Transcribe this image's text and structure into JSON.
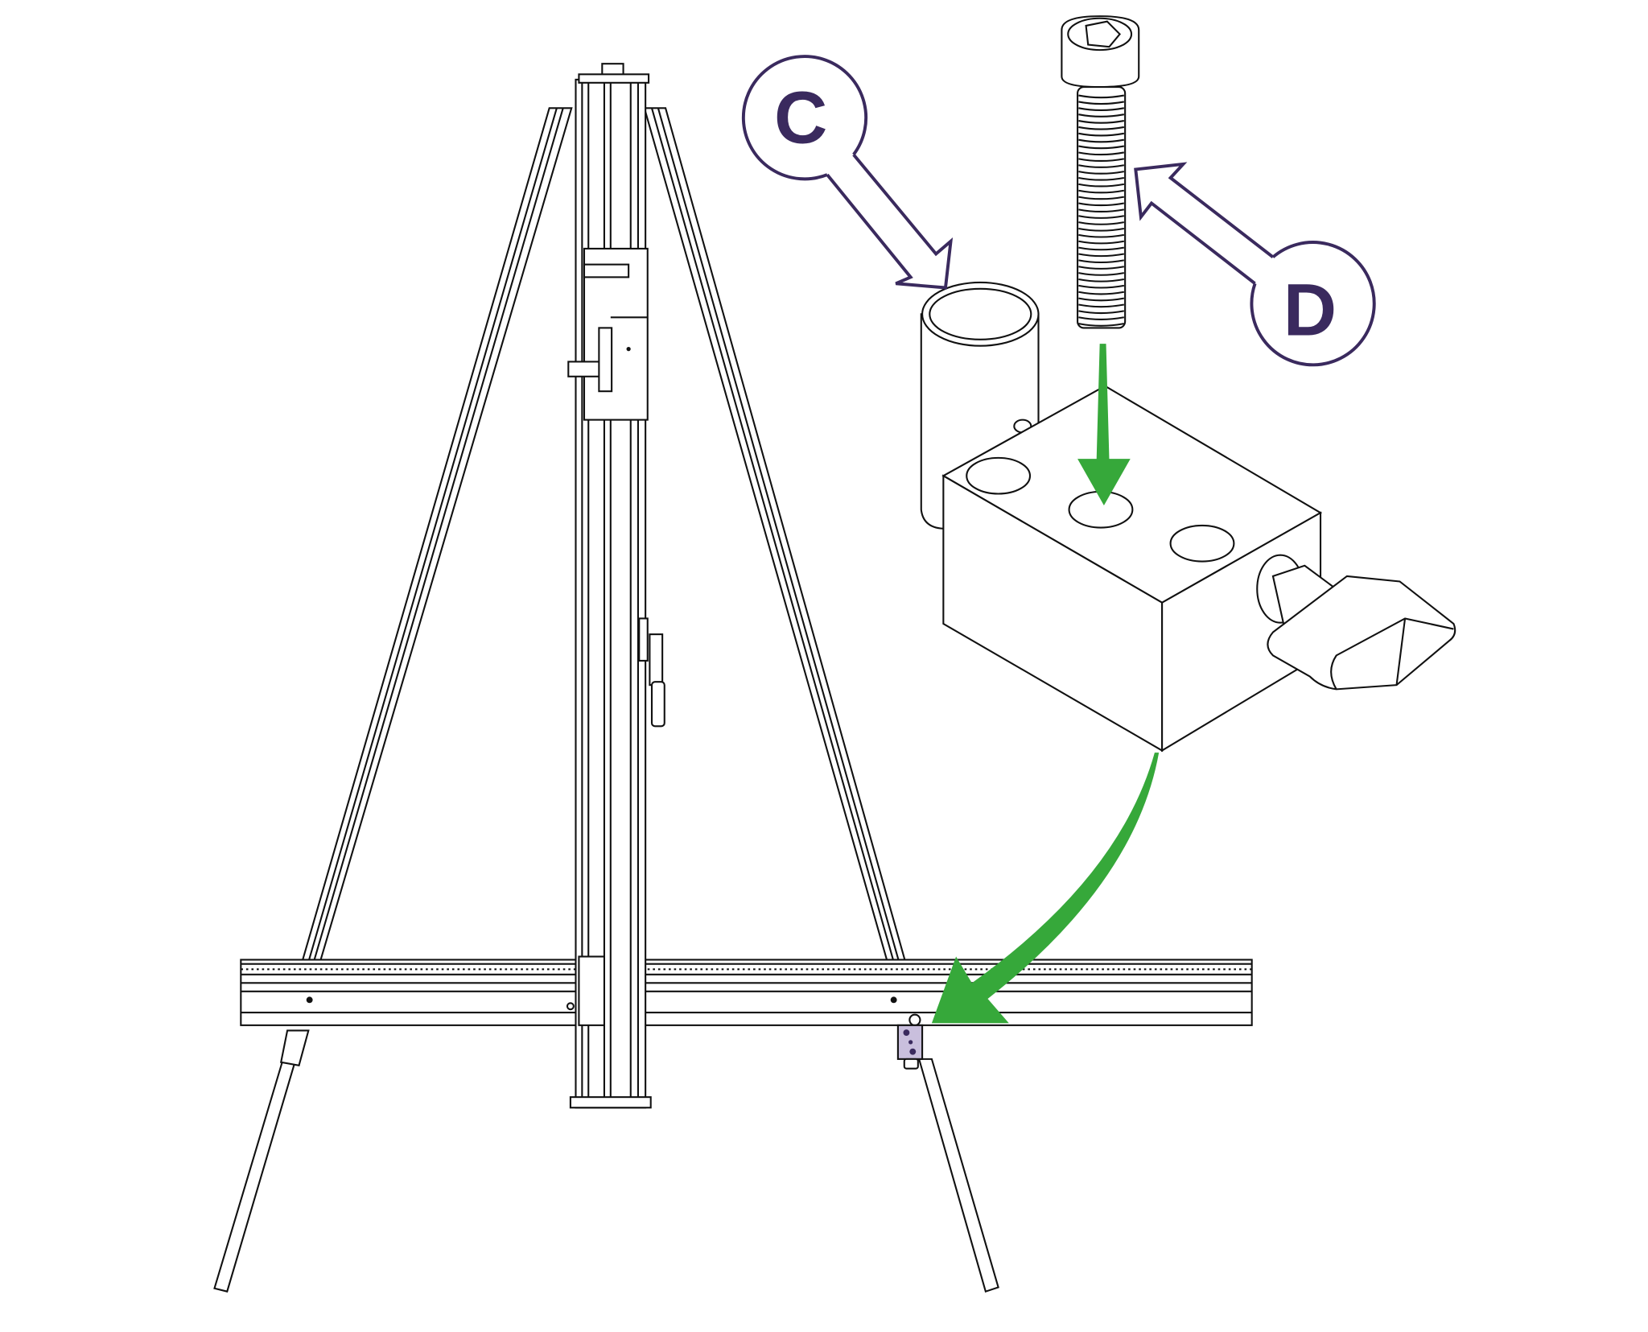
{
  "diagram": {
    "callouts": [
      {
        "label": "C",
        "target": "cylinder-pin"
      },
      {
        "label": "D",
        "target": "cap-screw"
      }
    ],
    "colors": {
      "callout": "#3a2a5e",
      "arrow": "#36a83a",
      "bracket": "#c9bfdd",
      "line": "#111111"
    }
  }
}
